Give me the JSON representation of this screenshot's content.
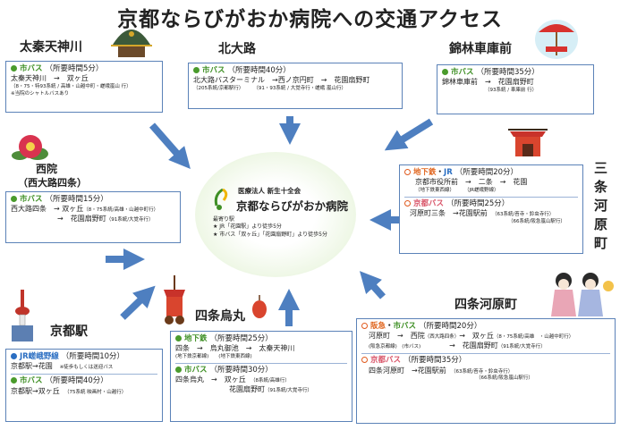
{
  "title": "京都ならびがおか病院への交通アクセス",
  "areas": {
    "uzumasa": "太秦天神川",
    "kitaoji": "北大路",
    "nishikibayashi": "錦林車庫前",
    "saiin": "西院",
    "saiin_sub": "（西大路四条）",
    "sanjo": "三条河原町",
    "kyotoeki": "京都駅",
    "shijo_karasuma": "四条烏丸",
    "shijo_kawaramachi": "四条河原町"
  },
  "center": {
    "sub": "医療法人 新生十全会",
    "name": "京都ならびがおか病院",
    "note_head": "最寄り駅",
    "note1": "★ JR「花園駅」より徒歩5分",
    "note2": "★ 市バス「双ヶ丘」「花園扇野町」より徒歩5分"
  },
  "boxes": {
    "uzumasa": {
      "mode": "市バス",
      "dur": "（所要時間5分）",
      "r1": "太秦天神川　→　双ヶ丘",
      "r2": "（8・75・特93系統 / 高雄・山越中町・嵯峨嵐山 行）",
      "r3": "※当院のシャトルバスあり"
    },
    "kitaoji": {
      "mode": "市バス",
      "dur": "（所要時間40分）",
      "r1": "北大路バスターミナル　→西ノ京円町　→　花園扇野町",
      "r2a": "（205系統/京都駅行）",
      "r2b": "（91・93系統 / 大覚寺行・嵯峨 嵐山行）"
    },
    "nishikibayashi": {
      "mode": "市バス",
      "dur": "（所要時間35分）",
      "r1": "錦林車庫前　→　花園扇野町",
      "r2": "（93系統 / 車庫前 行）"
    },
    "saiin": {
      "mode": "市バス",
      "dur": "（所要時間15分）",
      "r1a": "西大路四条　→ 双ヶ丘",
      "r1b": "（8・75系統/高雄・山越中町行）",
      "r2a": "→　花園扇野町",
      "r2b": "（91系統/大覚寺行）"
    },
    "sanjo": {
      "mode1": "地下鉄",
      "plus": "・",
      "mode1b": "JR",
      "dur1": "（所要時間20分）",
      "r1": "京都市役所前　→　二条　→　花園",
      "r2a": "（地下鉄東西線）",
      "r2b": "（JR嵯峨野線）",
      "mode2": "京都バス",
      "dur2": "（所要時間25分）",
      "r3a": "河原町三条　→花園駅前",
      "r3b": "（63系統/苔寺・鈴虫寺行）",
      "r3c": "（66系統/阪急嵐山駅行）"
    },
    "kyotoeki": {
      "mode1": "JR嵯峨野線",
      "dur1": "（所要時間10分）",
      "r1a": "京都駅→花園",
      "r1b": "※徒歩もしくは送迎バス",
      "mode2": "市バス",
      "dur2": "（所要時間40分）",
      "r2a": "京都駅→双ヶ丘",
      "r2b": "（75系統 映画村・山越行）"
    },
    "shijo_karasuma": {
      "mode1": "地下鉄",
      "dur1": "（所要時間25分）",
      "r1": "四条　→　烏丸御池　→　太秦天神川",
      "r2": "(地下鉄京都線)　　(地下鉄東西線)",
      "mode2": "市バス",
      "dur2": "（所要時間30分）",
      "r3a": "四条烏丸　→　双ヶ丘",
      "r3b": "（8系統/高雄行）",
      "r4a": "花園扇野町",
      "r4b": "（91系統/大覚寺行）"
    },
    "shijo_kawaramachi": {
      "mode1": "阪急",
      "plus": "・",
      "mode1b": "市バス",
      "dur1": "（所要時間20分）",
      "r1a": "河原町　→　西院",
      "r1b": "（西大路四条）",
      "r1c": "→　双ヶ丘",
      "r1d": "（8・75系統/高雄　・山越中町行）",
      "r2a": "(阪急京都線)　(市バス)",
      "r2b": "→　花園扇野町",
      "r2c": "（91系統/大覚寺行）",
      "mode2": "京都バス",
      "dur2": "（所要時間35分）",
      "r3a": "四条河原町　→花園駅前",
      "r3b": "（63系統/苔寺・鈴虫寺行）",
      "r3c": "（66系統/阪急嵐山駅行）"
    }
  },
  "colors": {
    "green": "#3e8f24",
    "orange": "#e0651e",
    "blue": "#2a6ec2",
    "pink": "#d9566a",
    "box_border": "#5b82b8",
    "arrow": "#4e7fc0"
  },
  "icons": [
    "temple-icon",
    "camellia-icon",
    "parasol-icon",
    "kyoto-tower-icon",
    "festival-float-icon",
    "shrine-gate-icon",
    "maiko-icon"
  ]
}
